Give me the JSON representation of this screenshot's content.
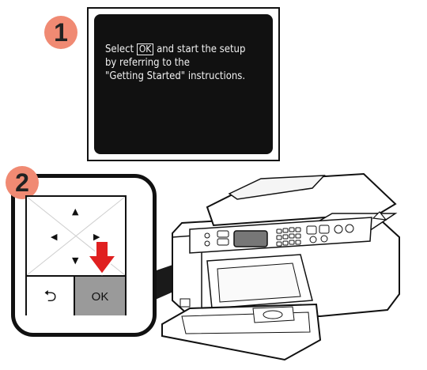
{
  "steps": {
    "step1": {
      "badge": "1"
    },
    "step2": {
      "badge": "2"
    }
  },
  "screen": {
    "line1_prefix": "Select ",
    "line1_key": "OK",
    "line1_suffix": " and start the setup",
    "line2": "by referring to the",
    "line3": "\"Getting Started\" instructions."
  },
  "panel": {
    "up_arrow": "▲",
    "down_arrow": "▼",
    "left_arrow": "◀",
    "right_arrow": "▶",
    "back_symbol": "⮌",
    "ok_label": "OK"
  },
  "colors": {
    "badge": "#f08a73",
    "highlight_arrow": "#e02020",
    "ok_button": "#9a9a9a",
    "screen_bg": "#111111"
  },
  "icons": [
    "back-icon",
    "down-arrow-indicator-icon",
    "printer-illustration"
  ]
}
